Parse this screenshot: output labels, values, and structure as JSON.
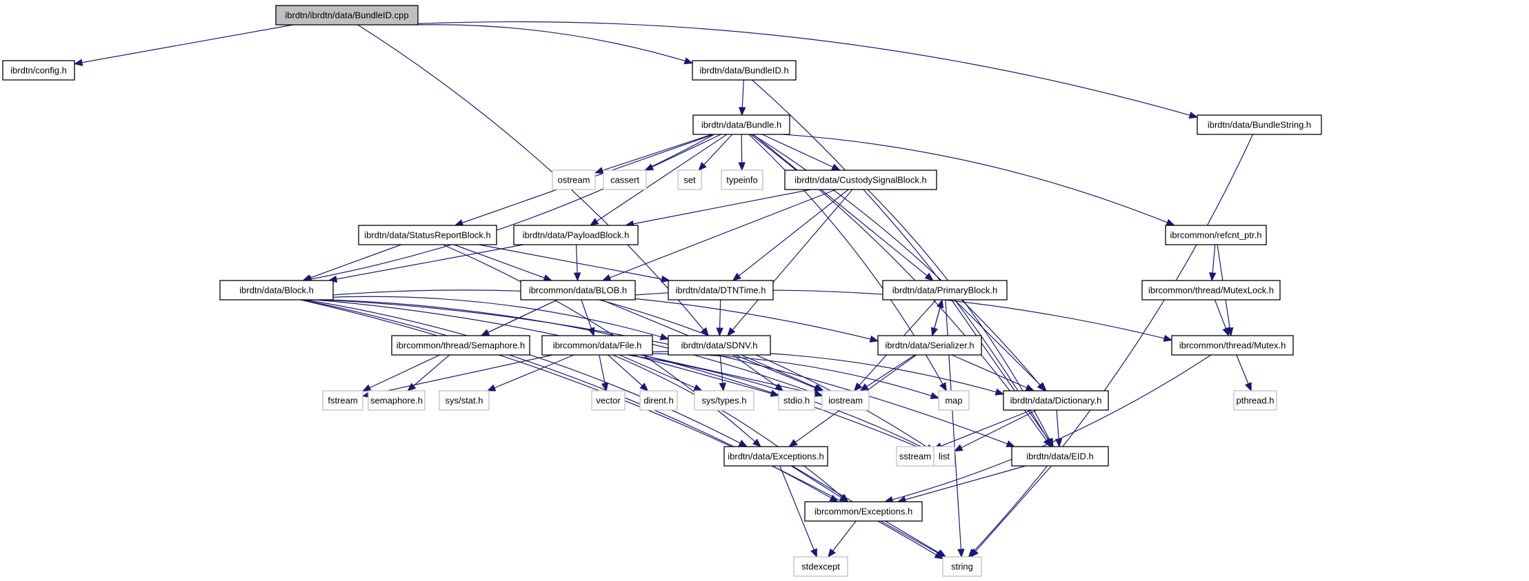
{
  "title": "Include dependency graph for ibrdtn/ibrdtn/data/BundleID.cpp",
  "colors": {
    "edge": "#191970",
    "root_fill": "#bfbfbf",
    "project_border": "#000000",
    "system_border": "#bfbfbf"
  },
  "nodes": [
    {
      "id": "root",
      "label": "ibrdtn/ibrdtn/data/BundleID.cpp",
      "kind": "root"
    },
    {
      "id": "config",
      "label": "ibrdtn/config.h",
      "kind": "proj"
    },
    {
      "id": "bundleid",
      "label": "ibrdtn/data/BundleID.h",
      "kind": "proj"
    },
    {
      "id": "bundlestring",
      "label": "ibrdtn/data/BundleString.h",
      "kind": "proj"
    },
    {
      "id": "bundle",
      "label": "ibrdtn/data/Bundle.h",
      "kind": "proj"
    },
    {
      "id": "ostream",
      "label": "ostream",
      "kind": "sys"
    },
    {
      "id": "cassert",
      "label": "cassert",
      "kind": "sys"
    },
    {
      "id": "set",
      "label": "set",
      "kind": "sys"
    },
    {
      "id": "typeinfo",
      "label": "typeinfo",
      "kind": "sys"
    },
    {
      "id": "custody",
      "label": "ibrdtn/data/CustodySignalBlock.h",
      "kind": "proj"
    },
    {
      "id": "statusreport",
      "label": "ibrdtn/data/StatusReportBlock.h",
      "kind": "proj"
    },
    {
      "id": "payload",
      "label": "ibrdtn/data/PayloadBlock.h",
      "kind": "proj"
    },
    {
      "id": "refcnt",
      "label": "ibrcommon/refcnt_ptr.h",
      "kind": "proj"
    },
    {
      "id": "block",
      "label": "ibrdtn/data/Block.h",
      "kind": "proj"
    },
    {
      "id": "blob",
      "label": "ibrcommon/data/BLOB.h",
      "kind": "proj"
    },
    {
      "id": "dtntime",
      "label": "ibrdtn/data/DTNTime.h",
      "kind": "proj"
    },
    {
      "id": "primary",
      "label": "ibrdtn/data/PrimaryBlock.h",
      "kind": "proj"
    },
    {
      "id": "mutexlock",
      "label": "ibrcommon/thread/MutexLock.h",
      "kind": "proj"
    },
    {
      "id": "semaphore",
      "label": "ibrcommon/thread/Semaphore.h",
      "kind": "proj"
    },
    {
      "id": "file",
      "label": "ibrcommon/data/File.h",
      "kind": "proj"
    },
    {
      "id": "sdnv",
      "label": "ibrdtn/data/SDNV.h",
      "kind": "proj"
    },
    {
      "id": "serializer",
      "label": "ibrdtn/data/Serializer.h",
      "kind": "proj"
    },
    {
      "id": "mutex",
      "label": "ibrcommon/thread/Mutex.h",
      "kind": "proj"
    },
    {
      "id": "fstream",
      "label": "fstream",
      "kind": "sys"
    },
    {
      "id": "semaphore_h",
      "label": "semaphore.h",
      "kind": "sys"
    },
    {
      "id": "sysstat",
      "label": "sys/stat.h",
      "kind": "sys"
    },
    {
      "id": "vector",
      "label": "vector",
      "kind": "sys"
    },
    {
      "id": "dirent",
      "label": "dirent.h",
      "kind": "sys"
    },
    {
      "id": "systypes",
      "label": "sys/types.h",
      "kind": "sys"
    },
    {
      "id": "stdio",
      "label": "stdio.h",
      "kind": "sys"
    },
    {
      "id": "iostream",
      "label": "iostream",
      "kind": "sys"
    },
    {
      "id": "map",
      "label": "map",
      "kind": "sys"
    },
    {
      "id": "dictionary",
      "label": "ibrdtn/data/Dictionary.h",
      "kind": "proj"
    },
    {
      "id": "pthread",
      "label": "pthread.h",
      "kind": "sys"
    },
    {
      "id": "exceptions",
      "label": "ibrdtn/data/Exceptions.h",
      "kind": "proj"
    },
    {
      "id": "sstream",
      "label": "sstream",
      "kind": "sys"
    },
    {
      "id": "list",
      "label": "list",
      "kind": "sys"
    },
    {
      "id": "eid",
      "label": "ibrdtn/data/EID.h",
      "kind": "proj"
    },
    {
      "id": "ibrexceptions",
      "label": "ibrcommon/Exceptions.h",
      "kind": "proj"
    },
    {
      "id": "stdexcept",
      "label": "stdexcept",
      "kind": "sys"
    },
    {
      "id": "string",
      "label": "string",
      "kind": "sys"
    }
  ],
  "edges": [
    [
      "root",
      "config"
    ],
    [
      "root",
      "bundleid"
    ],
    [
      "root",
      "bundlestring"
    ],
    [
      "root",
      "sdnv"
    ],
    [
      "bundleid",
      "bundle"
    ],
    [
      "bundleid",
      "eid"
    ],
    [
      "bundlestring",
      "string"
    ],
    [
      "bundle",
      "ostream"
    ],
    [
      "bundle",
      "cassert"
    ],
    [
      "bundle",
      "set"
    ],
    [
      "bundle",
      "typeinfo"
    ],
    [
      "bundle",
      "custody"
    ],
    [
      "bundle",
      "statusreport"
    ],
    [
      "bundle",
      "payload"
    ],
    [
      "bundle",
      "block"
    ],
    [
      "bundle",
      "primary"
    ],
    [
      "bundle",
      "refcnt"
    ],
    [
      "bundle",
      "map"
    ],
    [
      "bundle",
      "eid"
    ],
    [
      "bundle",
      "dictionary"
    ],
    [
      "custody",
      "payload"
    ],
    [
      "custody",
      "blob"
    ],
    [
      "custody",
      "dtntime"
    ],
    [
      "custody",
      "sdnv"
    ],
    [
      "custody",
      "eid"
    ],
    [
      "statusreport",
      "block"
    ],
    [
      "statusreport",
      "blob"
    ],
    [
      "statusreport",
      "dtntime"
    ],
    [
      "statusreport",
      "exceptions"
    ],
    [
      "payload",
      "block"
    ],
    [
      "payload",
      "blob"
    ],
    [
      "refcnt",
      "mutexlock"
    ],
    [
      "refcnt",
      "mutex"
    ],
    [
      "mutexlock",
      "mutex"
    ],
    [
      "block",
      "sdnv"
    ],
    [
      "block",
      "serializer"
    ],
    [
      "block",
      "iostream"
    ],
    [
      "block",
      "list"
    ],
    [
      "block",
      "exceptions"
    ],
    [
      "block",
      "ibrexceptions"
    ],
    [
      "block",
      "string"
    ],
    [
      "block",
      "eid"
    ],
    [
      "blob",
      "semaphore"
    ],
    [
      "blob",
      "file"
    ],
    [
      "blob",
      "fstream"
    ],
    [
      "blob",
      "iostream"
    ],
    [
      "blob",
      "mutex"
    ],
    [
      "blob",
      "list"
    ],
    [
      "dtntime",
      "sdnv"
    ],
    [
      "primary",
      "serializer"
    ],
    [
      "primary",
      "iostream"
    ],
    [
      "primary",
      "dictionary"
    ],
    [
      "primary",
      "eid"
    ],
    [
      "primary",
      "string"
    ],
    [
      "serializer",
      "primary"
    ],
    [
      "serializer",
      "iostream"
    ],
    [
      "serializer",
      "dictionary"
    ],
    [
      "serializer",
      "exceptions"
    ],
    [
      "semaphore",
      "semaphore_h"
    ],
    [
      "file",
      "fstream"
    ],
    [
      "file",
      "sysstat"
    ],
    [
      "file",
      "vector"
    ],
    [
      "file",
      "dirent"
    ],
    [
      "file",
      "systypes"
    ],
    [
      "file",
      "stdio"
    ],
    [
      "file",
      "iostream"
    ],
    [
      "file",
      "map"
    ],
    [
      "file",
      "dictionary"
    ],
    [
      "file",
      "list"
    ],
    [
      "file",
      "ibrexceptions"
    ],
    [
      "sdnv",
      "systypes"
    ],
    [
      "sdnv",
      "stdio"
    ],
    [
      "sdnv",
      "iostream"
    ],
    [
      "mutex",
      "pthread"
    ],
    [
      "mutex",
      "ibrexceptions"
    ],
    [
      "dictionary",
      "sstream"
    ],
    [
      "dictionary",
      "list"
    ],
    [
      "dictionary",
      "eid"
    ],
    [
      "exceptions",
      "ibrexceptions"
    ],
    [
      "exceptions",
      "stdexcept"
    ],
    [
      "exceptions",
      "string"
    ],
    [
      "eid",
      "ibrexceptions"
    ],
    [
      "eid",
      "string"
    ],
    [
      "ibrexceptions",
      "stdexcept"
    ],
    [
      "ibrexceptions",
      "string"
    ]
  ]
}
